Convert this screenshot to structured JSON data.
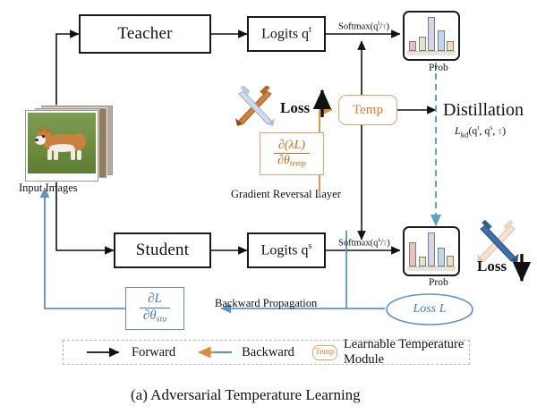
{
  "figure": {
    "caption": "(a) Adversarial Temperature Learning"
  },
  "nodes": {
    "teacher": "Teacher",
    "student": "Student",
    "logits_teacher": "Logits q",
    "logits_teacher_sup": "t",
    "logits_student": "Logits q",
    "logits_student_sup": "s",
    "temp_module": "Temp",
    "loss_node": "Loss L"
  },
  "labels": {
    "input_images": "Input Images",
    "softmax_teacher_pre": "Softmax(q",
    "softmax_teacher_sup": "t",
    "softmax_teacher_post": "/",
    "softmax_tau": "τ",
    "softmax_teacher_end": ")",
    "softmax_student_pre": "Softmax(q",
    "softmax_student_sup": "s",
    "prob_top": "Prob",
    "prob_bottom": "Prob",
    "distillation_title": "Distillation",
    "distillation_formula_main": "L",
    "distillation_formula_sub": "kd",
    "distillation_formula_args_a": "(q",
    "distillation_formula_sup_t": "t",
    "distillation_formula_args_b": ", q",
    "distillation_formula_sup_s": "s",
    "distillation_formula_args_c": ", ",
    "distillation_formula_tau": "τ",
    "distillation_formula_args_d": ")",
    "gradient_reversal_layer": "Gradient Reversal Layer",
    "backward_propagation": "Backward Propagation",
    "loss_up": "Loss",
    "loss_down": "Loss"
  },
  "formulas": {
    "temp_grad_num": "∂(λL)",
    "temp_grad_den_main": "∂θ",
    "temp_grad_den_sub": "temp",
    "stu_grad_num": "∂L",
    "stu_grad_den_main": "∂θ",
    "stu_grad_den_sub": "stu"
  },
  "legend": {
    "forward": "Forward",
    "backward": "Backward",
    "temp_chip": "Temp",
    "learnable_temperature_module": "Learnable Temperature Module"
  },
  "colors": {
    "forward_arrow": "#111111",
    "backward_orange": "#E08A3C",
    "backward_blue": "#5B92C9",
    "temp_accent": "#E07B2E",
    "distill_dash": "#5FA3C4",
    "box_border": "#1a1a1a"
  },
  "chart_data": [
    {
      "type": "bar",
      "title": "Prob",
      "name": "teacher-prob-distribution",
      "categories": [
        "c1",
        "c2",
        "c3",
        "c4",
        "c5"
      ],
      "values": [
        0.3,
        0.42,
        1.0,
        0.6,
        0.28
      ],
      "colors": [
        "#E8C2BA",
        "#DDE8C8",
        "#D6D3EA",
        "#BBD9E8",
        "#F3DCBC"
      ],
      "ylim": [
        0,
        1
      ],
      "xlabel": "",
      "ylabel": "",
      "grid": false,
      "legend": "none"
    },
    {
      "type": "bar",
      "title": "Prob",
      "name": "student-prob-distribution",
      "categories": [
        "c1",
        "c2",
        "c3",
        "c4",
        "c5"
      ],
      "values": [
        0.72,
        0.28,
        1.0,
        0.55,
        0.32
      ],
      "colors": [
        "#E8C2BA",
        "#DDE8C8",
        "#D6D3EA",
        "#BBD9E8",
        "#F3DCBC"
      ],
      "ylim": [
        0,
        1
      ],
      "xlabel": "",
      "ylabel": "",
      "grid": false,
      "legend": "none"
    }
  ]
}
